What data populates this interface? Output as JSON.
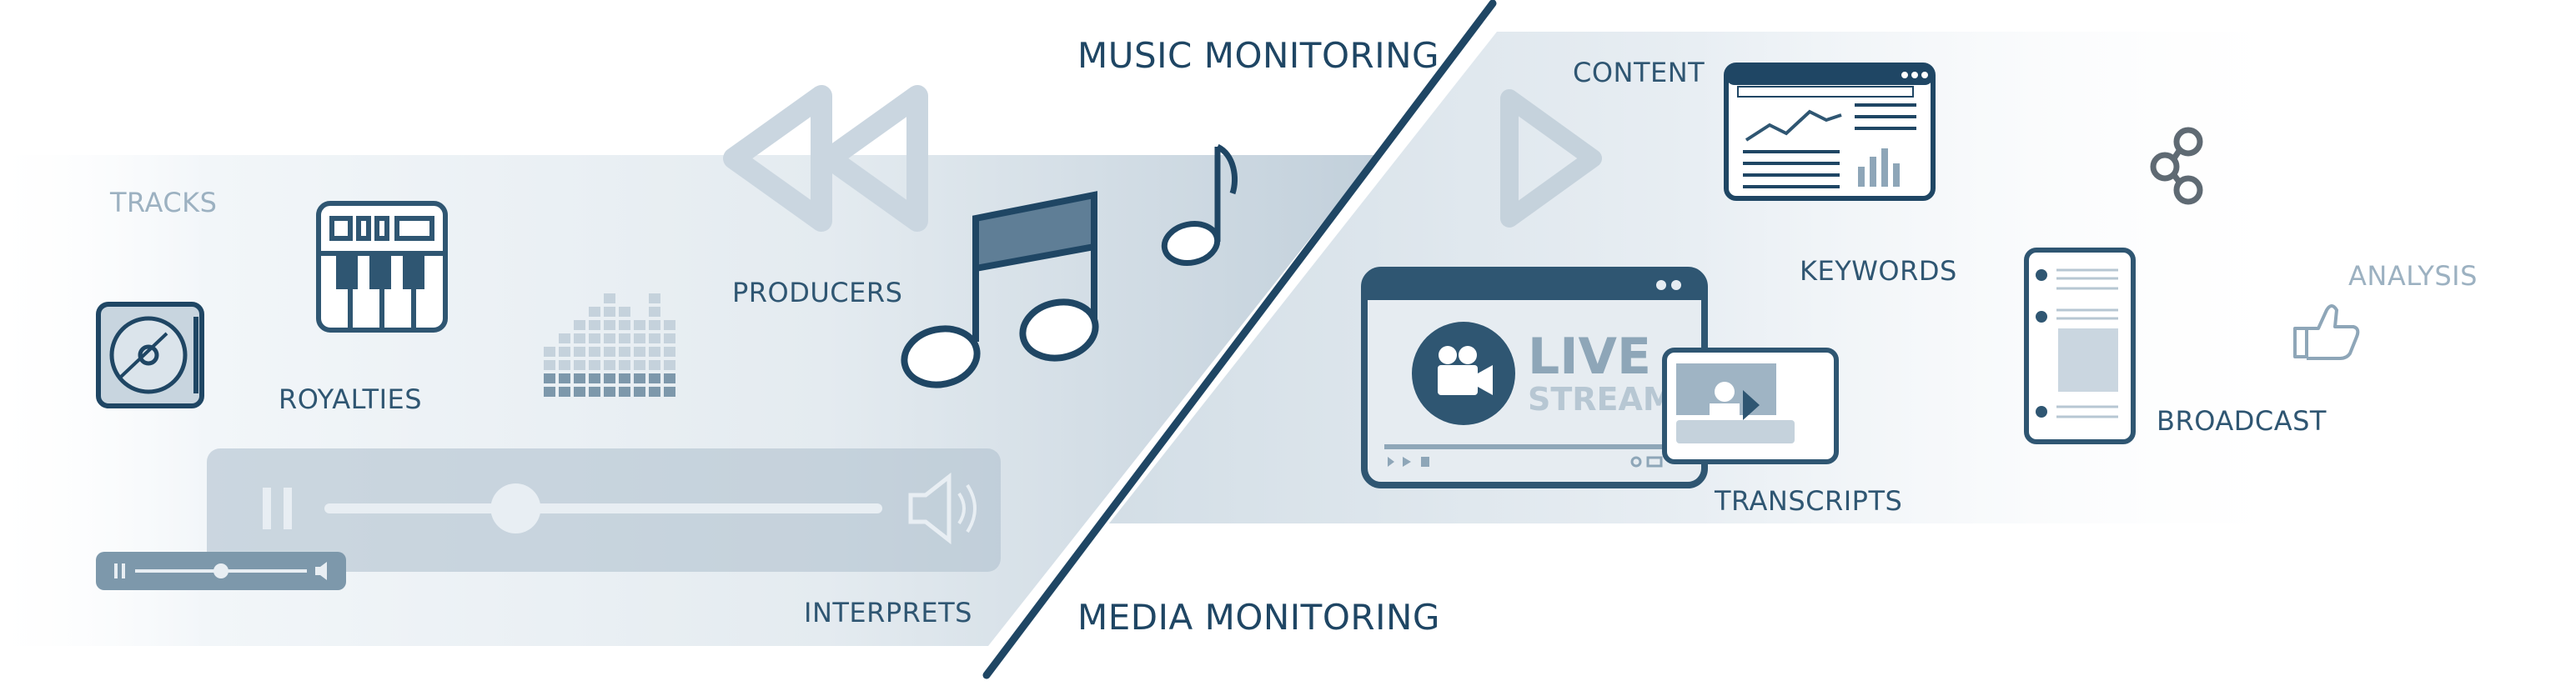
{
  "headings": {
    "music_monitoring": "MUSIC MONITORING",
    "media_monitoring": "MEDIA MONITORING"
  },
  "labels": {
    "tracks": "TRACKS",
    "royalties": "ROYALTIES",
    "producers": "PRODUCERS",
    "interprets": "INTERPRETS",
    "content": "CONTENT",
    "keywords": "KEYWORDS",
    "transcripts": "TRANSCRIPTS",
    "broadcast": "BROADCAST",
    "analysis": "ANALYSIS"
  },
  "live_badge": {
    "line1": "LIVE",
    "line2": "STREAM"
  },
  "player": {
    "large_progress": 0.34,
    "small_progress": 0.5
  },
  "colors": {
    "navy": "#1f4664",
    "steel": "#2f5672",
    "light_label": "#9cb1c1",
    "panel_fill": "#cad6e0",
    "icon_ghost": "#c5d2dc"
  },
  "icons": {
    "left": [
      "cd-case-icon",
      "synthesizer-keys-icon",
      "equalizer-bars-icon",
      "rewind-icon",
      "beamed-notes-icon",
      "eighth-note-icon",
      "media-player-bar-icon",
      "mini-player-icon"
    ],
    "right": [
      "play-icon",
      "analytics-window-icon",
      "live-stream-window-icon",
      "share-icon",
      "tablet-icon",
      "thumbs-up-icon"
    ]
  }
}
